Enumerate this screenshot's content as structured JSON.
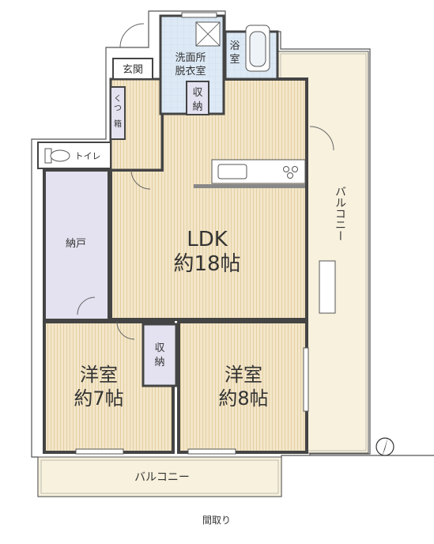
{
  "labels": {
    "vanity_line1": "洗面所",
    "vanity_line2": "脱衣室",
    "bath_line1": "浴",
    "bath_line2": "室",
    "entrance": "玄関",
    "vanity_storage_line1": "収",
    "vanity_storage_line2": "納",
    "shoe_line1": "く",
    "shoe_line2": "つ",
    "shoe_line3": "箱",
    "toilet": "トイレ",
    "storeroom": "納戸",
    "ldk_name": "LDK",
    "ldk_size": "約18帖",
    "room7_name": "洋室",
    "room7_size": "約7帖",
    "room8_name": "洋室",
    "room8_size": "約8帖",
    "closet_line1": "収",
    "closet_line2": "納",
    "balcony_bottom": "バルコニー",
    "balcony_right": "バルコニー"
  },
  "caption": "間取り"
}
